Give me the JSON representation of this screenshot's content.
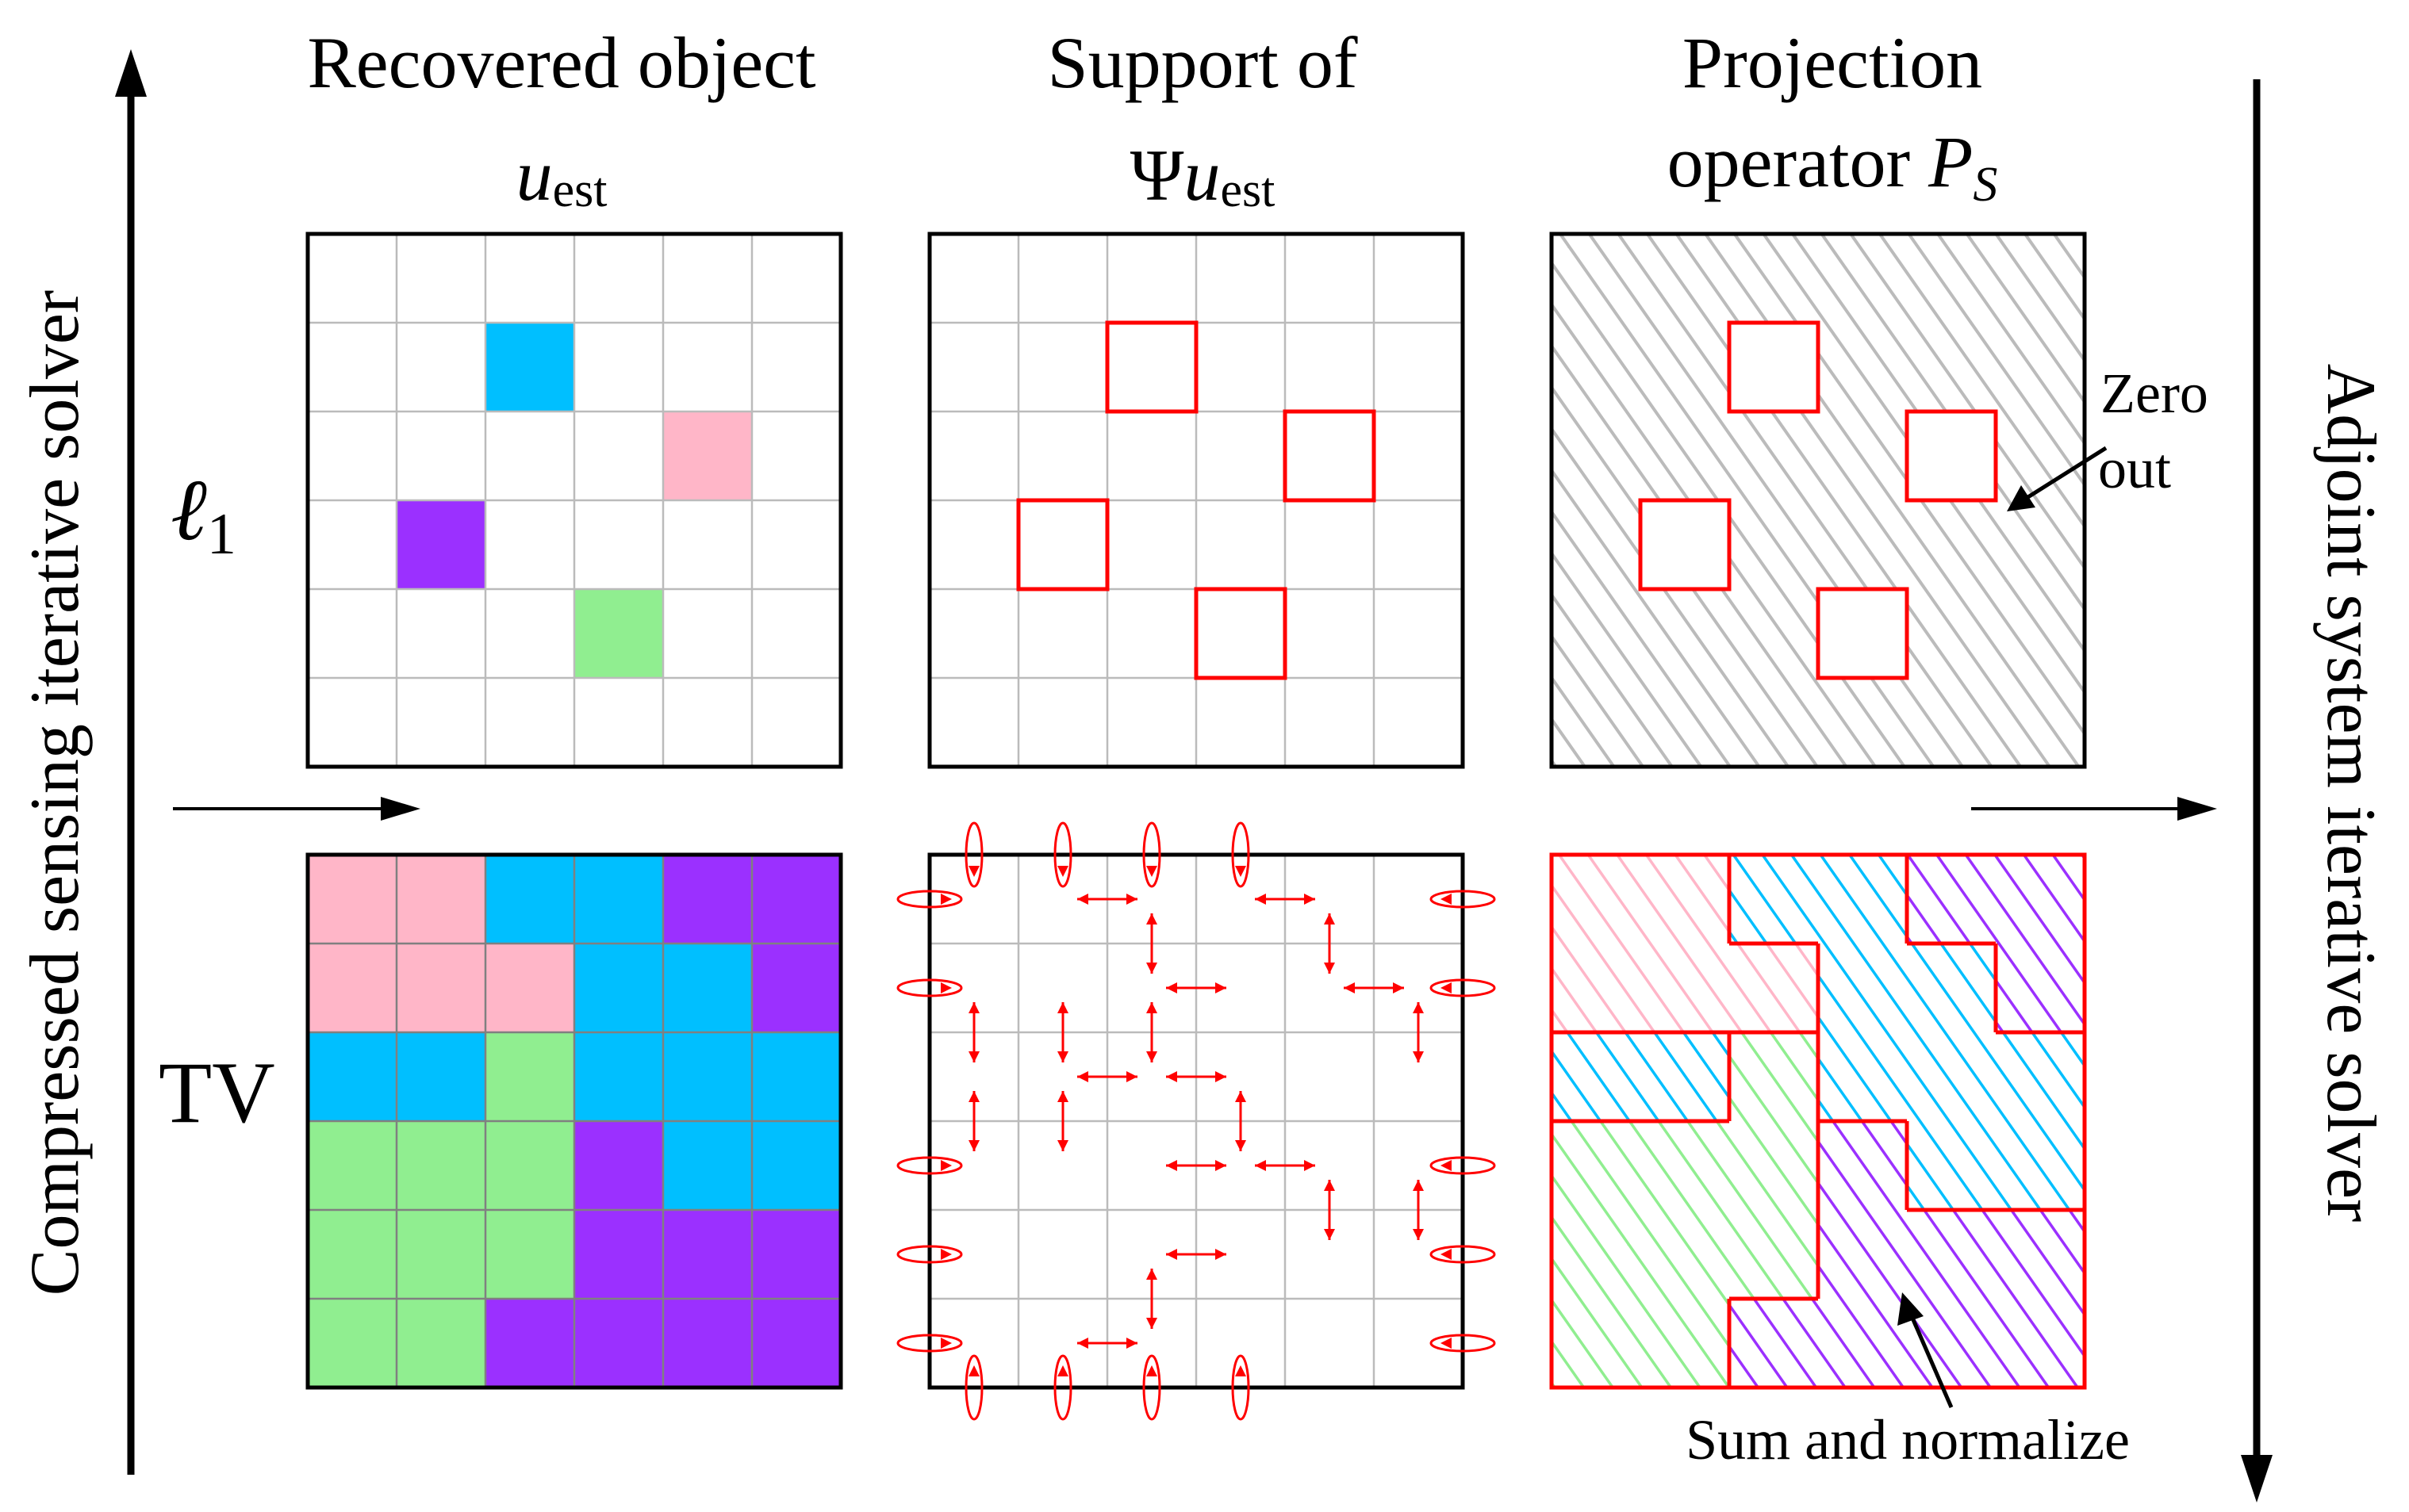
{
  "columns": [
    {
      "title": "Recovered object",
      "subtitle_main": "u",
      "subtitle_sub": "est"
    },
    {
      "title": "Support of",
      "subtitle_prefix": "Ψ",
      "subtitle_main": "u",
      "subtitle_sub": "est"
    },
    {
      "title": "Projection",
      "subtitle_line2": "operator ",
      "subtitle_main": "P",
      "subtitle_sub": "S"
    }
  ],
  "rows": [
    {
      "label_main": "ℓ",
      "label_sub": "1"
    },
    {
      "label_main": "TV"
    }
  ],
  "left_axis_label": "Compressed sensing iterative solver",
  "right_axis_label": "Adjoint system iterative solver",
  "annotations": {
    "zero_out_line1": "Zero",
    "zero_out_line2": "out",
    "sum_normalize": "Sum and normalize"
  },
  "colors": {
    "blue": "#00BFFF",
    "pink": "#FFB6C8",
    "purple": "#9B30FF",
    "green": "#90EE90",
    "support_outline": "#FF0000",
    "grid": "#BBBBBB",
    "hatch_gray": "#BBBBBB"
  },
  "l1_object_cells": [
    {
      "row": 1,
      "col": 2,
      "color": "blue"
    },
    {
      "row": 2,
      "col": 4,
      "color": "pink"
    },
    {
      "row": 3,
      "col": 1,
      "color": "purple"
    },
    {
      "row": 4,
      "col": 3,
      "color": "green"
    }
  ],
  "tv_object_grid": [
    [
      "pink",
      "pink",
      "blue",
      "blue",
      "purple",
      "purple"
    ],
    [
      "pink",
      "pink",
      "pink",
      "blue",
      "blue",
      "purple"
    ],
    [
      "blue",
      "blue",
      "green",
      "blue",
      "blue",
      "blue"
    ],
    [
      "green",
      "green",
      "green",
      "purple",
      "blue",
      "blue"
    ],
    [
      "green",
      "green",
      "green",
      "purple",
      "purple",
      "purple"
    ],
    [
      "green",
      "green",
      "purple",
      "purple",
      "purple",
      "purple"
    ]
  ]
}
